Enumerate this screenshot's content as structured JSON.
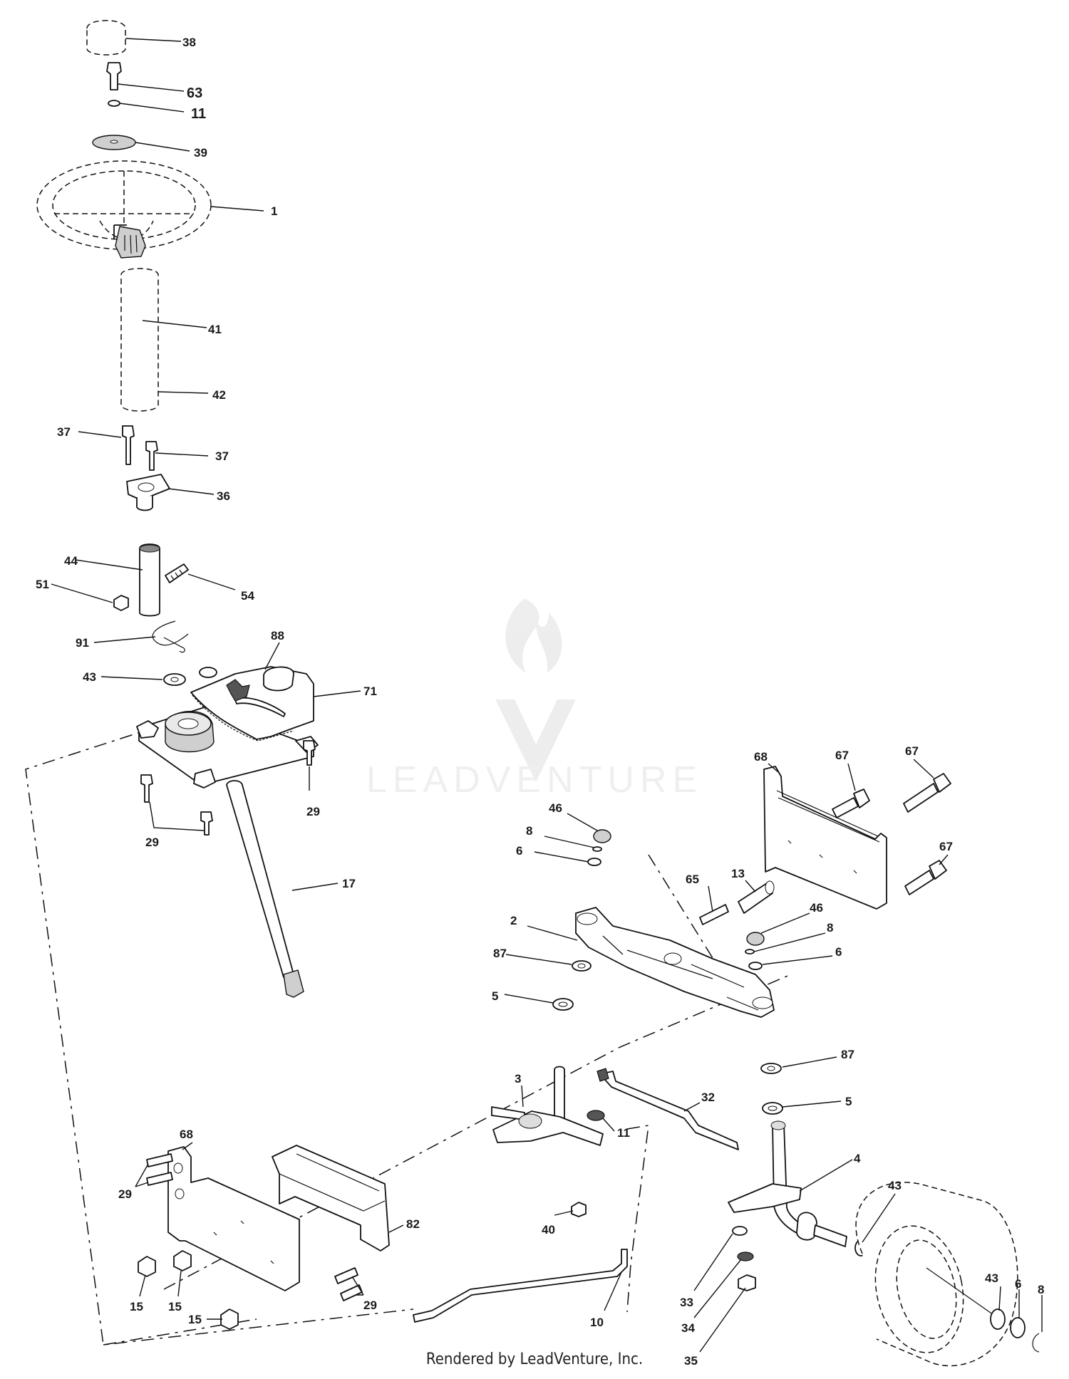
{
  "watermark": {
    "brand": "LEADVENTURE"
  },
  "footer": {
    "credit": "Rendered by LeadVenture, Inc."
  },
  "parts": [
    {
      "id": "p38",
      "number": "38"
    },
    {
      "id": "p63",
      "number": "63"
    },
    {
      "id": "p11a",
      "number": "11"
    },
    {
      "id": "p39",
      "number": "39"
    },
    {
      "id": "p1",
      "number": "1"
    },
    {
      "id": "p41",
      "number": "41"
    },
    {
      "id": "p42",
      "number": "42"
    },
    {
      "id": "p37a",
      "number": "37"
    },
    {
      "id": "p37b",
      "number": "37"
    },
    {
      "id": "p36",
      "number": "36"
    },
    {
      "id": "p44",
      "number": "44"
    },
    {
      "id": "p54",
      "number": "54"
    },
    {
      "id": "p51",
      "number": "51"
    },
    {
      "id": "p91",
      "number": "91"
    },
    {
      "id": "p88",
      "number": "88"
    },
    {
      "id": "p43a",
      "number": "43"
    },
    {
      "id": "p71",
      "number": "71"
    },
    {
      "id": "p29a",
      "number": "29"
    },
    {
      "id": "p29b",
      "number": "29"
    },
    {
      "id": "p17",
      "number": "17"
    },
    {
      "id": "p68a",
      "number": "68"
    },
    {
      "id": "p67a",
      "number": "67"
    },
    {
      "id": "p67b",
      "number": "67"
    },
    {
      "id": "p67c",
      "number": "67"
    },
    {
      "id": "p46a",
      "number": "46"
    },
    {
      "id": "p8a",
      "number": "8"
    },
    {
      "id": "p6a",
      "number": "6"
    },
    {
      "id": "p13",
      "number": "13"
    },
    {
      "id": "p65",
      "number": "65"
    },
    {
      "id": "p46b",
      "number": "46"
    },
    {
      "id": "p8b",
      "number": "8"
    },
    {
      "id": "p6b",
      "number": "6"
    },
    {
      "id": "p2",
      "number": "2"
    },
    {
      "id": "p87a",
      "number": "87"
    },
    {
      "id": "p5a",
      "number": "5"
    },
    {
      "id": "p87b",
      "number": "87"
    },
    {
      "id": "p3",
      "number": "3"
    },
    {
      "id": "p32",
      "number": "32"
    },
    {
      "id": "p11b",
      "number": "11"
    },
    {
      "id": "p5b",
      "number": "5"
    },
    {
      "id": "p68b",
      "number": "68"
    },
    {
      "id": "p29c",
      "number": "29"
    },
    {
      "id": "p4",
      "number": "4"
    },
    {
      "id": "p43b",
      "number": "43"
    },
    {
      "id": "p82",
      "number": "82"
    },
    {
      "id": "p40",
      "number": "40"
    },
    {
      "id": "p33",
      "number": "33"
    },
    {
      "id": "p43c",
      "number": "43"
    },
    {
      "id": "p6c",
      "number": "6"
    },
    {
      "id": "p8c",
      "number": "8"
    },
    {
      "id": "p15a",
      "number": "15"
    },
    {
      "id": "p15b",
      "number": "15"
    },
    {
      "id": "p29d",
      "number": "29"
    },
    {
      "id": "p34",
      "number": "34"
    },
    {
      "id": "p15c",
      "number": "15"
    },
    {
      "id": "p10",
      "number": "10"
    },
    {
      "id": "p35",
      "number": "35"
    }
  ]
}
